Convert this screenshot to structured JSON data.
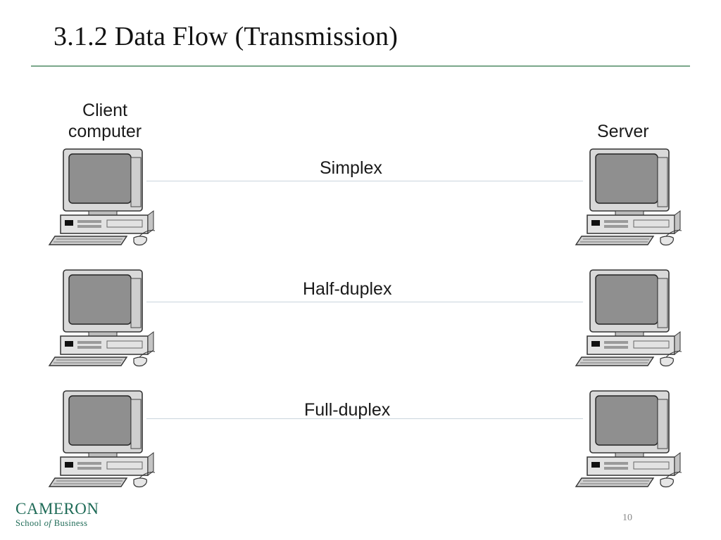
{
  "slide": {
    "title": "3.1.2 Data Flow (Transmission)",
    "page_number": "10"
  },
  "diagram": {
    "client_label_line1": "Client",
    "client_label_line2": "computer",
    "server_label": "Server",
    "modes": [
      {
        "label": "Simplex"
      },
      {
        "label": "Half-duplex"
      },
      {
        "label": "Full-duplex"
      }
    ]
  },
  "logo": {
    "name": "CAMERON",
    "school": "School",
    "of": "of",
    "business": "Business"
  },
  "colors": {
    "rule": "#7aa78a",
    "logo": "#1f6b57",
    "link": "#c9d4dd"
  }
}
